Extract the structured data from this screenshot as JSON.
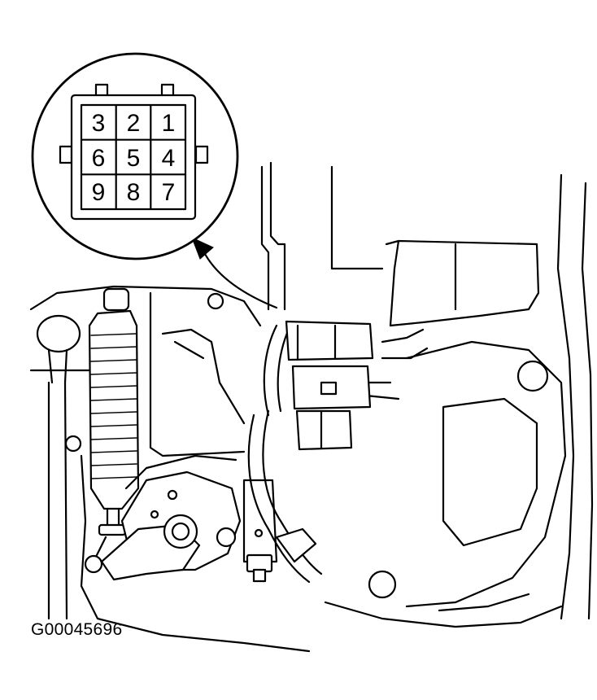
{
  "figure_id": "G00045696",
  "connector_pins": [
    [
      "3",
      "2",
      "1"
    ],
    [
      "6",
      "5",
      "4"
    ],
    [
      "9",
      "8",
      "7"
    ]
  ],
  "colors": {
    "line": "#000000",
    "background": "#ffffff"
  }
}
